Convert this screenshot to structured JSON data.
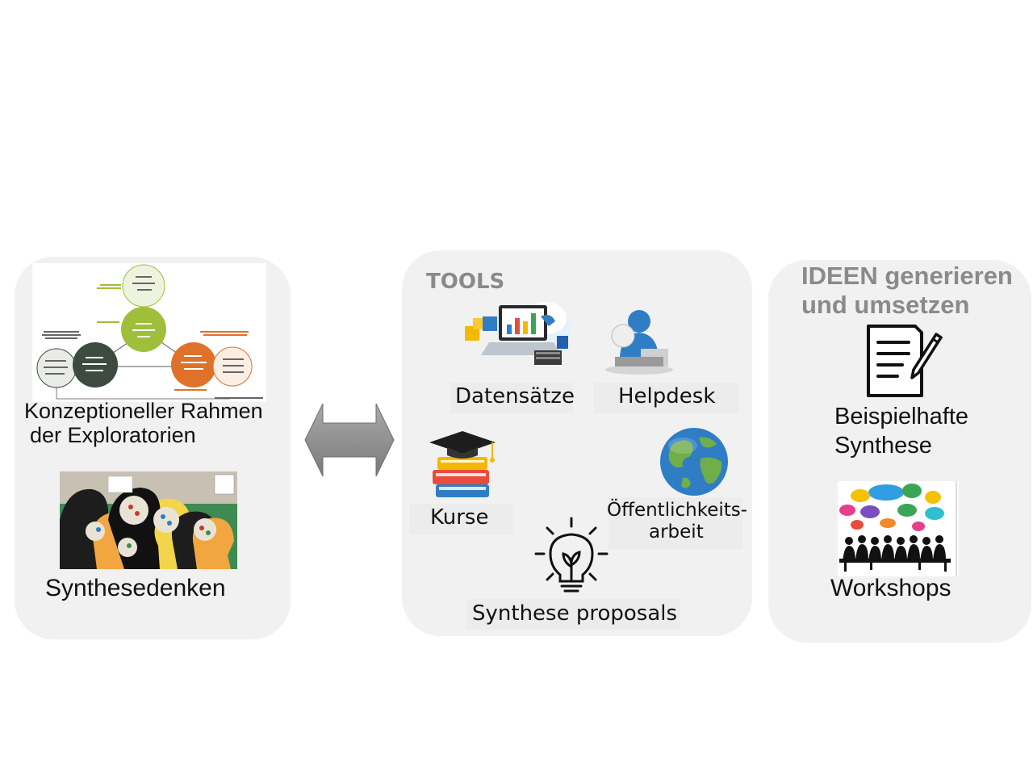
{
  "left_panel": {
    "framework_label_line1": "Konzeptioneller Rahmen",
    "framework_label_line2": "der Exploratorien",
    "synthesis_label": "Synthesedenken"
  },
  "middle_panel": {
    "title": "TOOLS",
    "items": {
      "datasets": "Datensätze",
      "helpdesk": "Helpdesk",
      "courses": "Kurse",
      "outreach_line1": "Öffentlichkeits-",
      "outreach_line2": "arbeit",
      "proposals": "Synthese proposals"
    }
  },
  "right_panel": {
    "title_line1": "IDEEN generieren",
    "title_line2": "und umsetzen",
    "example_line1": "Beispielhafte",
    "example_line2": "Synthese",
    "workshops": "Workshops"
  },
  "colors": {
    "panel_bg": "#f1f1f1",
    "title_gray": "#8a8a8a",
    "arrow_gray": "#8c8c8c",
    "green_light": "#9fbf3b",
    "green_dark": "#3d4a40",
    "orange": "#e0712b"
  }
}
